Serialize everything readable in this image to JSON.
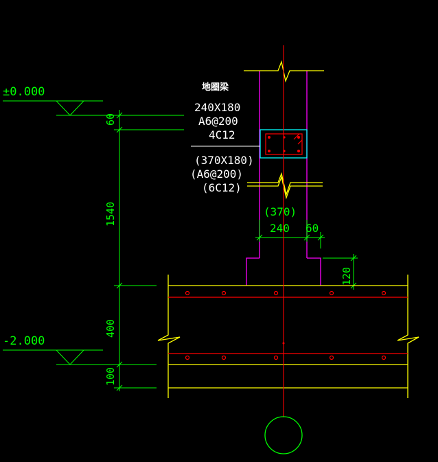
{
  "colors": {
    "background": "#000000",
    "dimension": "#00ff00",
    "wall": "#ff00ff",
    "structure": "#ffff00",
    "rebar": "#ff0000",
    "axis": "#ff0000",
    "beam_box": "#00ffff",
    "text": "#ffffff",
    "axis_bubble": "#00ff00"
  },
  "elevations": {
    "top": "±0.000",
    "bottom": "-2.000"
  },
  "dimensions": {
    "vertical": [
      "60",
      "1540",
      "400",
      "100"
    ],
    "wall_width": "240",
    "wall_width_alt": "(370)",
    "offset": "60",
    "step_height": "120"
  },
  "beam_label": {
    "title": "地圈梁",
    "size": "240X180",
    "stirrup": "A6@200",
    "main_bar": "4C12",
    "alt_size": "(370X180)",
    "alt_stirrup": "(A6@200)",
    "alt_main_bar": "(6C12)"
  },
  "icons": {
    "elevation_marker": "triangle-elevation-icon",
    "break_line": "zigzag-break-icon",
    "axis_bubble": "circle-axis-icon"
  }
}
